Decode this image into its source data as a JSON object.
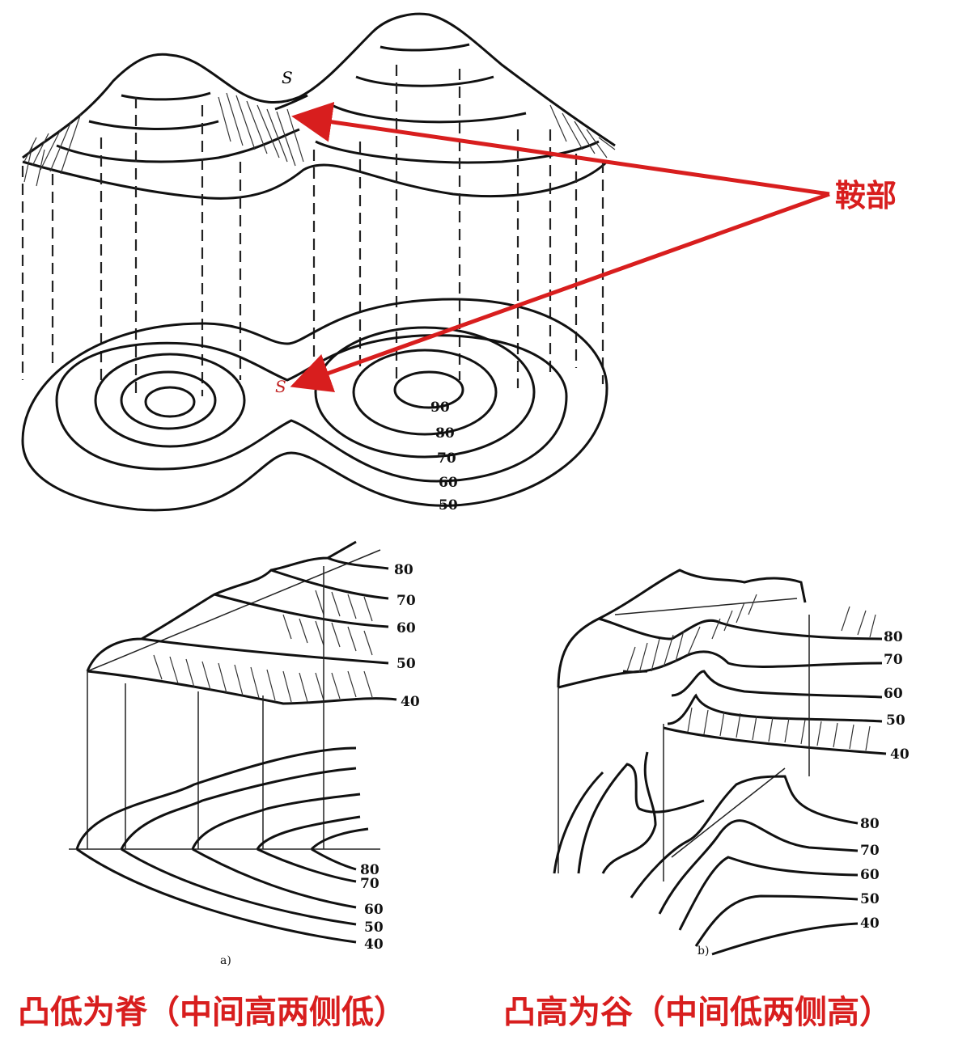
{
  "top_diagram": {
    "saddle_symbol": "S",
    "saddle_symbol_map": "S",
    "saddle_label": "鞍部",
    "contour_labels": [
      "90",
      "80",
      "70",
      "60",
      "50"
    ],
    "arrow_color": "#d81e1e"
  },
  "ridge_diagram": {
    "panel_label": "a)",
    "upper_labels": [
      "80",
      "70",
      "60",
      "50",
      "40"
    ],
    "lower_labels": [
      "80",
      "70",
      "60",
      "50",
      "40"
    ],
    "caption": "凸低为脊（中间高两侧低）"
  },
  "valley_diagram": {
    "panel_label": "b)",
    "upper_labels": [
      "80",
      "70",
      "60",
      "50",
      "40"
    ],
    "lower_labels": [
      "80",
      "70",
      "60",
      "50",
      "40"
    ],
    "caption": "凸高为谷（中间低两侧高）"
  },
  "caption_color": "#d81e1e"
}
